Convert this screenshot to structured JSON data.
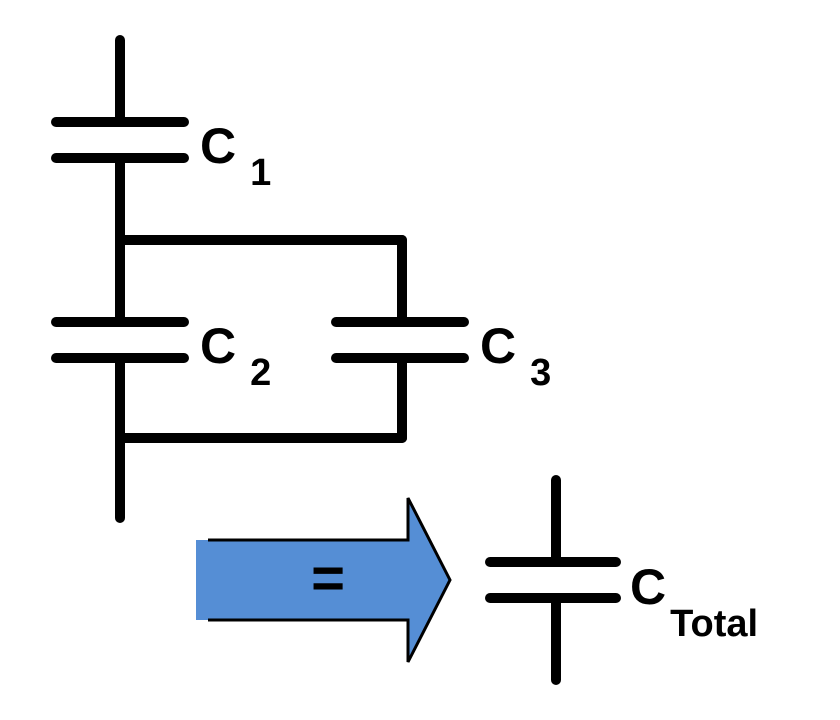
{
  "colors": {
    "wire": "#000000",
    "arrow_fill": "#558ed5",
    "arrow_stroke": "#000000",
    "background": "#ffffff"
  },
  "capacitors": [
    {
      "letter": "C",
      "subscript": "1"
    },
    {
      "letter": "C",
      "subscript": "2"
    },
    {
      "letter": "C",
      "subscript": "3"
    }
  ],
  "arrow": {
    "symbol": "="
  },
  "equivalent": {
    "letter": "C",
    "subscript": "Total"
  }
}
